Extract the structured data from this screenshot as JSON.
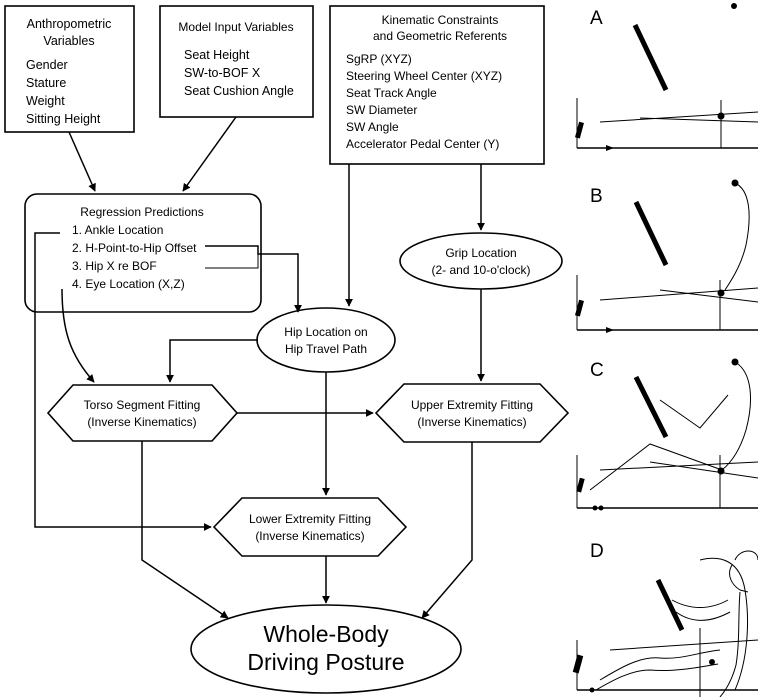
{
  "anthropometric": {
    "title": [
      "Anthropometric",
      "Variables"
    ],
    "items": [
      "Gender",
      "Stature",
      "Weight",
      "Sitting Height"
    ]
  },
  "model_input": {
    "title": "Model Input Variables",
    "items": [
      "Seat Height",
      "SW-to-BOF X",
      "Seat Cushion Angle"
    ]
  },
  "kinematic": {
    "title": [
      "Kinematic Constraints",
      "and Geometric Referents"
    ],
    "items": [
      "SgRP (XYZ)",
      "Steering Wheel Center (XYZ)",
      "Seat Track Angle",
      "SW Diameter",
      "SW Angle",
      "Accelerator Pedal Center (Y)"
    ]
  },
  "regression": {
    "title": "Regression Predictions",
    "items": [
      "1.   Ankle Location",
      "2.   H-Point-to-Hip Offset",
      "3.   Hip X re BOF",
      "4.   Eye Location (X,Z)"
    ]
  },
  "grip": {
    "title": "Grip Location",
    "subtitle": "(2- and 10-o'clock)"
  },
  "hip": {
    "line1": "Hip Location on",
    "line2": "Hip Travel Path"
  },
  "torso": {
    "line1": "Torso Segment Fitting",
    "line2": "(Inverse Kinematics)"
  },
  "upper": {
    "line1": "Upper Extremity Fitting",
    "line2": "(Inverse Kinematics)"
  },
  "lower": {
    "line1": "Lower Extremity Fitting",
    "line2": "(Inverse Kinematics)"
  },
  "result": {
    "line1": "Whole-Body",
    "line2": "Driving Posture"
  },
  "panels": [
    "A",
    "B",
    "C",
    "D"
  ]
}
